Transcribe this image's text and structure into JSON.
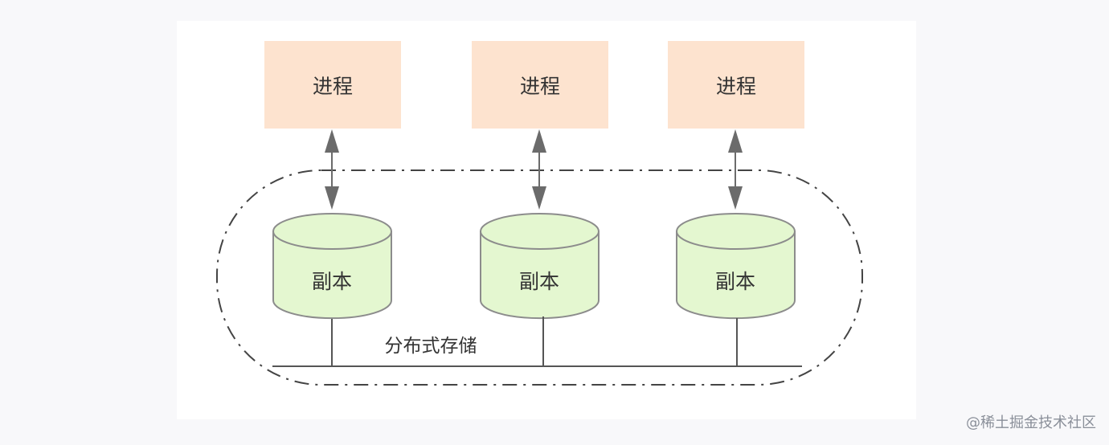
{
  "diagram": {
    "processes": [
      {
        "label": "进程"
      },
      {
        "label": "进程"
      },
      {
        "label": "进程"
      }
    ],
    "replicas": [
      {
        "label": "副本"
      },
      {
        "label": "副本"
      },
      {
        "label": "副本"
      }
    ],
    "storage_label": "分布式存储",
    "colors": {
      "process_fill": "#fde3cf",
      "replica_fill": "#e4f7d0",
      "replica_stroke": "#8c8c8c",
      "line": "#6b6b6b"
    }
  },
  "watermark": "@稀土掘金技术社区"
}
